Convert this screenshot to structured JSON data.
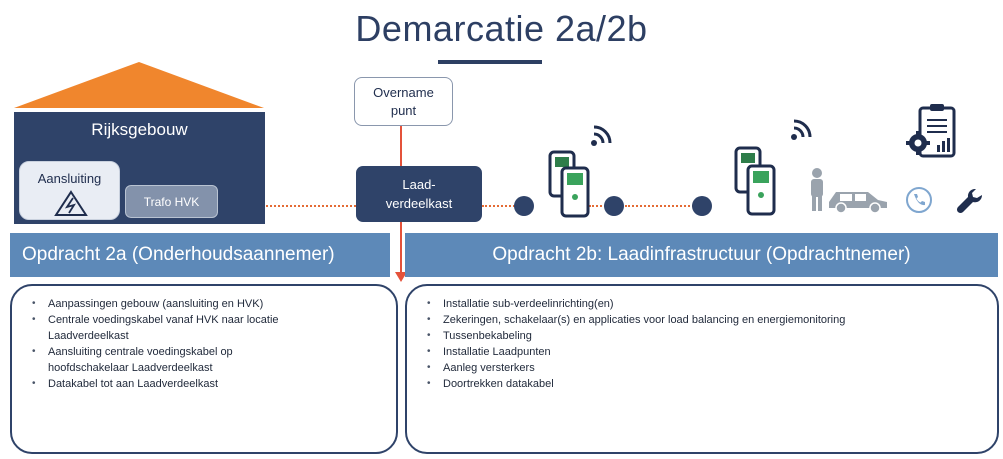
{
  "title": "Demarcatie 2a/2b",
  "building": {
    "label": "Rijksgebouw",
    "aansluiting_label": "Aansluiting",
    "trafo_label": "Trafo HVK"
  },
  "overname": {
    "line1": "Overname",
    "line2": "punt"
  },
  "laadverdeelkast": {
    "line1": "Laad-",
    "line2": "verdeelkast"
  },
  "opdracht_2a": {
    "header": "Opdracht 2a (Onderhoudsaannemer)",
    "items": [
      "Aanpassingen gebouw (aansluiting en HVK)",
      "Centrale voedingskabel vanaf HVK naar locatie Laadverdeelkast",
      "Aansluiting centrale voedingskabel op hoofdschakelaar Laadverdeelkast",
      "Datakabel tot aan Laadverdeelkast"
    ]
  },
  "opdracht_2b": {
    "header": "Opdracht 2b: Laadinfrastructuur (Opdrachtnemer)",
    "items": [
      "Installatie sub-verdeelinrichting(en)",
      "Zekeringen, schakelaar(s)  en applicaties voor load balancing en energiemonitoring",
      "Tussenbekabeling",
      "Installatie Laadpunten",
      "Aanleg versterkers",
      "Doortrekken datakabel"
    ]
  },
  "icons": [
    "warning-electric-icon",
    "wifi-icon",
    "charger-icon",
    "person-icon",
    "car-icon",
    "phone-icon",
    "wrench-icon",
    "report-gear-icon"
  ],
  "colors": {
    "navy": "#2f4369",
    "header_blue": "#5d89b8",
    "roof_orange": "#f0862d",
    "red_line": "#e4523a"
  }
}
